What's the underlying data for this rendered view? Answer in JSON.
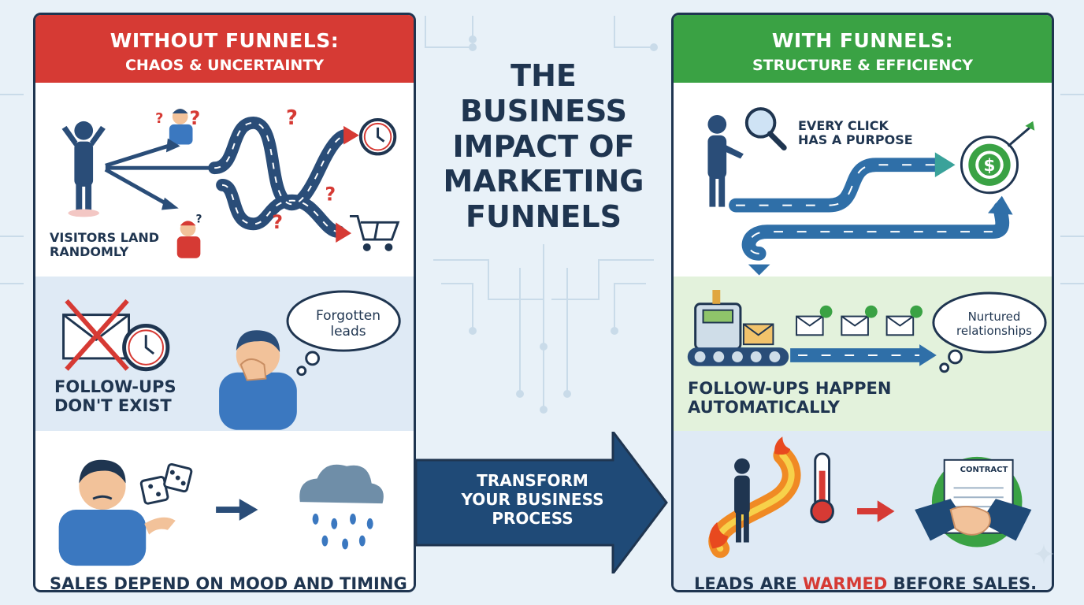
{
  "center": {
    "title_lines": [
      "THE",
      "BUSINESS",
      "IMPACT OF",
      "MARKETING",
      "FUNNELS"
    ],
    "arrow_lines": [
      "TRANSFORM",
      "YOUR BUSINESS",
      "PROCESS"
    ]
  },
  "left_panel": {
    "title": "WITHOUT FUNNELS:",
    "subtitle": "CHAOS & UNCERTAINTY",
    "visitors_lines": [
      "VISITORS LAND",
      "RANDOMLY"
    ],
    "followups_lines": [
      "FOLLOW-UPS",
      "DON'T EXIST"
    ],
    "thought_lines": [
      "Forgotten",
      "leads"
    ],
    "sales_caption": "SALES DEPEND ON MOOD AND TIMING"
  },
  "right_panel": {
    "title": "WITH FUNNELS:",
    "subtitle": "STRUCTURE & EFFICIENCY",
    "click_lines": [
      "EVERY CLICK",
      "HAS A PURPOSE"
    ],
    "dollar_symbol": "$",
    "auto_lines": [
      "FOLLOW-UPS HAPPEN",
      "AUTOMATICALLY"
    ],
    "thought_lines": [
      "Nurtured",
      "relationships"
    ],
    "contract_label": "CONTRACT",
    "warmed_before": "LEADS ARE ",
    "warmed_hot": "WARMED",
    "warmed_after": " BEFORE SALES."
  },
  "colors": {
    "navy": "#1f3550",
    "red_header": "#d63a34",
    "green_header": "#3aa244",
    "background": "#e8f1f8"
  }
}
